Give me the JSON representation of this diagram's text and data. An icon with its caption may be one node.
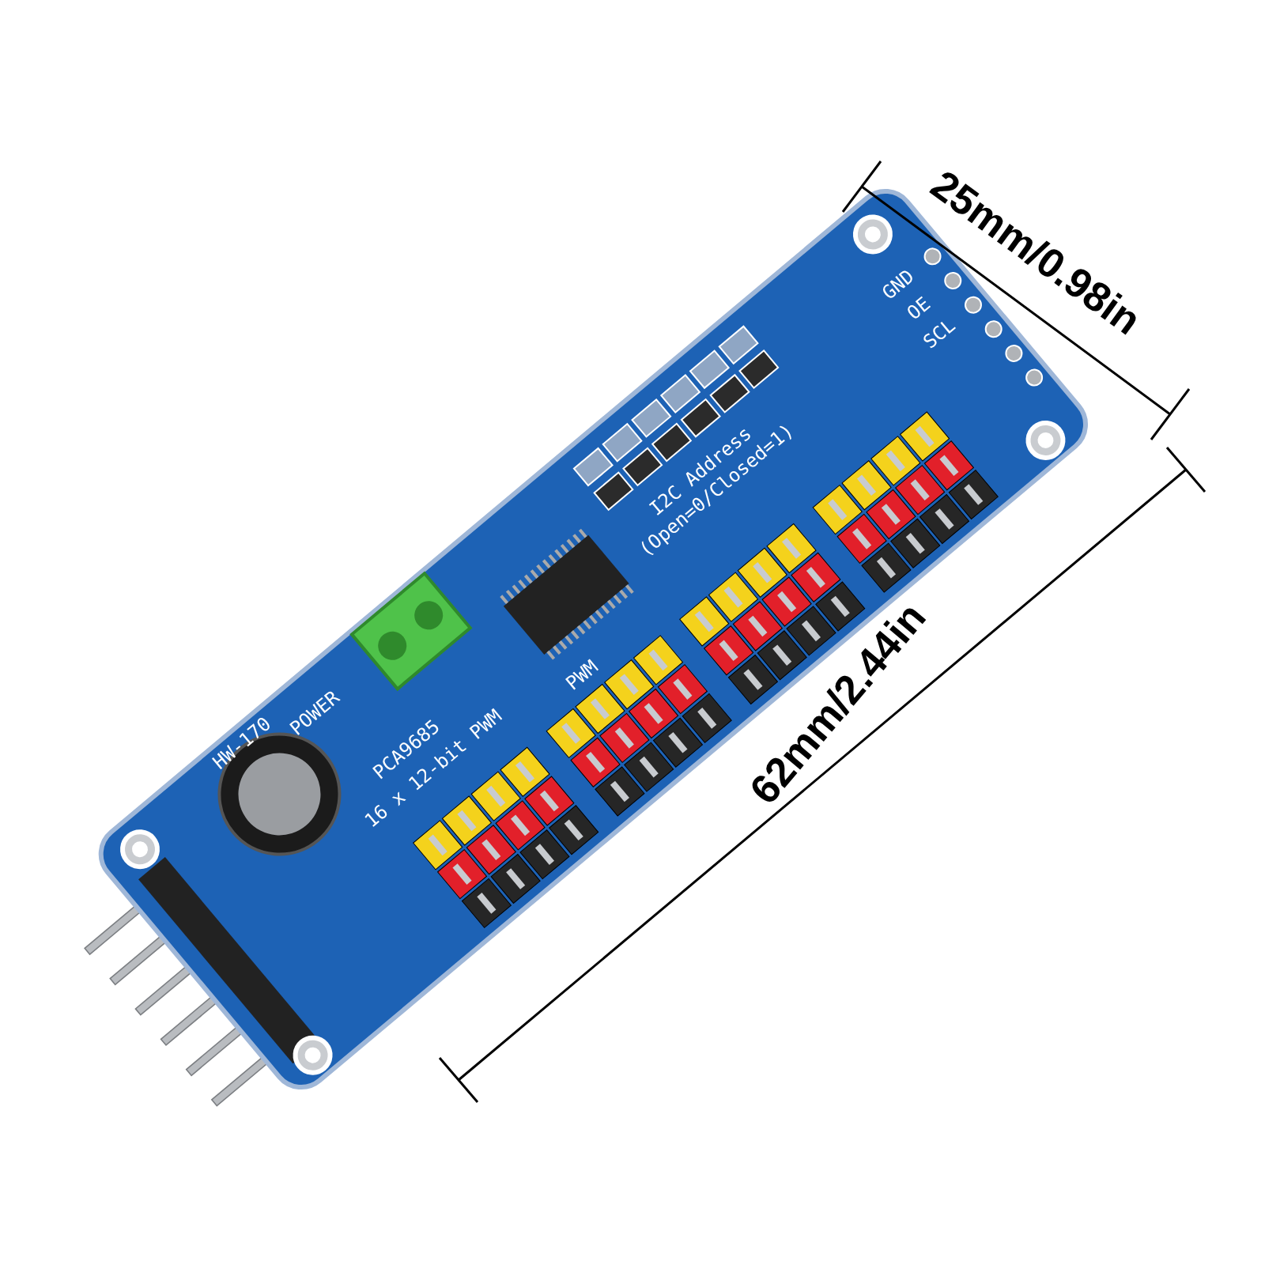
{
  "diagram": {
    "labels": [
      "25mm/0.98in",
      "62mm/2.44in",
      "GND",
      "OE",
      "SCL",
      "I2C Address",
      "(Open=0/Closed=1)",
      "HW-170",
      "POWER",
      "PCA9685",
      "16 x 12-bit PWM",
      "PWM"
    ]
  }
}
